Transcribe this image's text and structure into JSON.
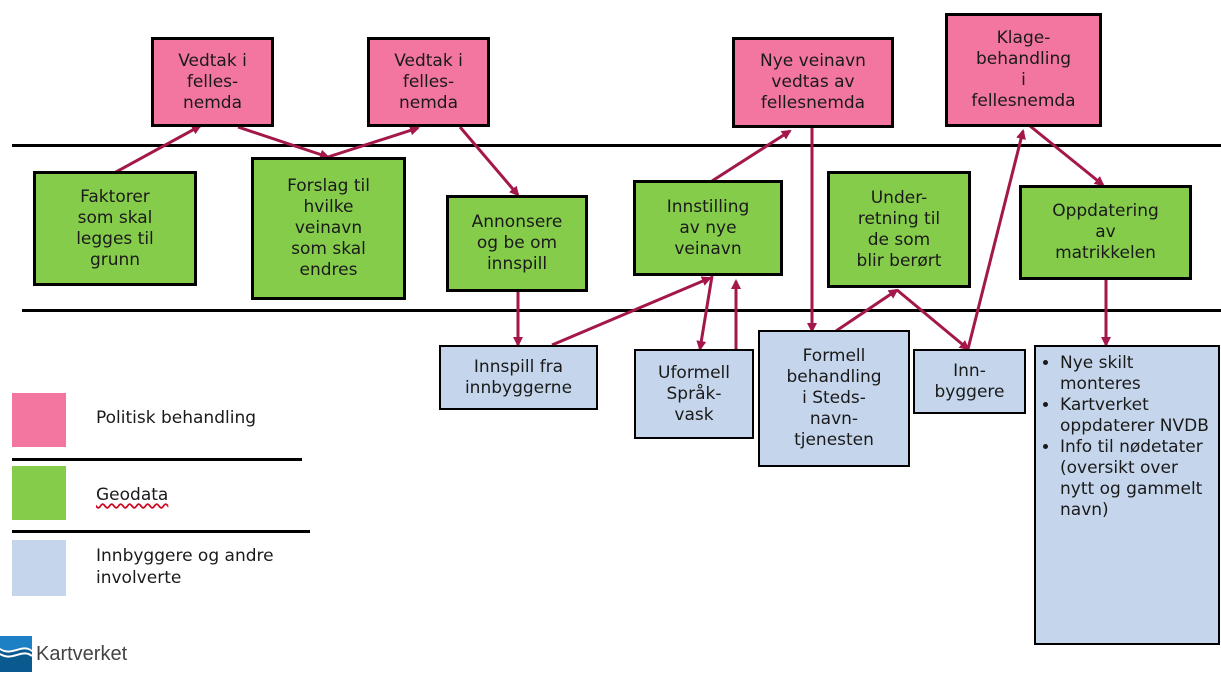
{
  "nodes": {
    "vedtak1": "Vedtak i\nfelles-\nnemda",
    "vedtak2": "Vedtak i\nfelles-\nnemda",
    "nye_veinavn": "Nye veinavn\nvedtas av\nfellesnemda",
    "klage": "Klage-\nbehandling\ni\nfellesnemda",
    "faktorer": "Faktorer\nsom skal\nlegges til\ngrunn",
    "forslag": "Forslag til\nhvilke\nveinavn\nsom skal\nendres",
    "annonsere": "Annonsere\nog be om\ninnspill",
    "innstilling": "Innstilling\nav nye\nveinavn",
    "underretning": "Under-\nretning til\nde som\nblir berørt",
    "oppdatering": "Oppdatering\nav\nmatrikkelen",
    "innspill": "Innspill fra\ninnbyggerne",
    "uformell": "Uformell\nSpråk-\nvask",
    "formell": "Formell\nbehandling\ni Steds-\nnavn-\ntjenesten",
    "innbyggere": "Inn-\nbyggere"
  },
  "bullets": [
    "Nye skilt monteres",
    "Kartverket oppdaterer NVDB",
    "Info til nødetater (oversikt over nytt og gammelt navn)"
  ],
  "legend": {
    "political": "Politisk behandling",
    "geodata": "Geodata",
    "citizens": "Innbyggere og andre\ninvolverte"
  },
  "logo_text": "Kartverket",
  "colors": {
    "political": "#f2769f",
    "geodata": "#86cc4b",
    "citizens": "#c5d6ec",
    "arrow": "#a3174a"
  }
}
